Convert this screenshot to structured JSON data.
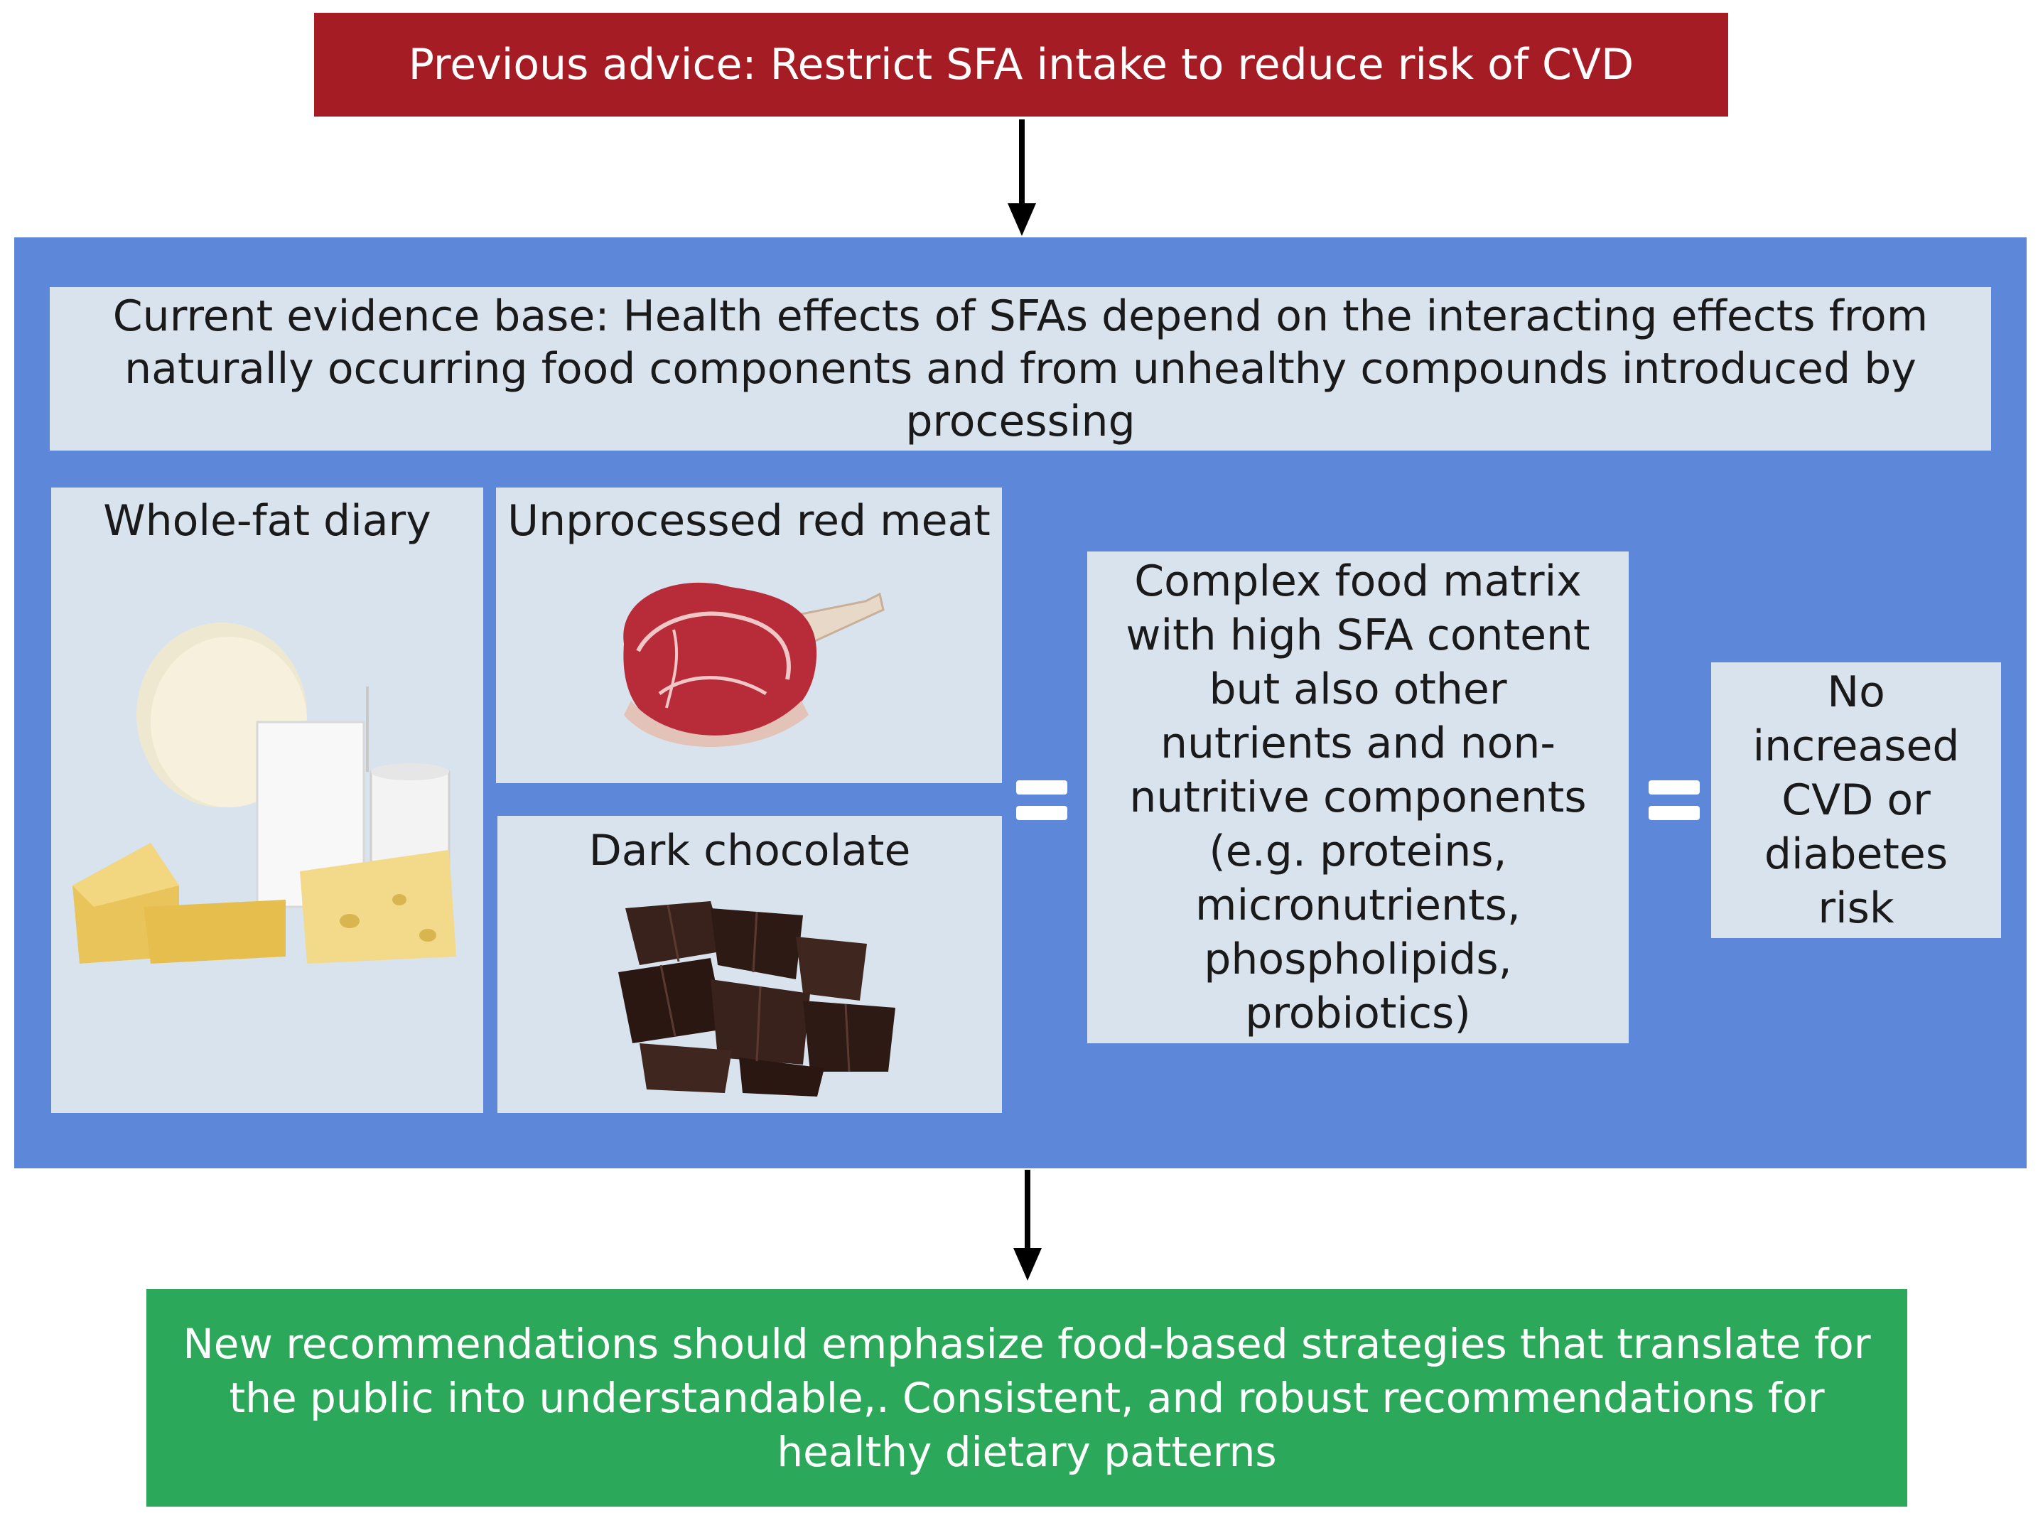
{
  "top_box": {
    "text": "Previous advice: Restrict SFA intake to reduce risk of CVD",
    "color": "#a51c24"
  },
  "panel": {
    "color": "#5d87d8"
  },
  "evidence": {
    "text": "Current evidence base: Health effects of SFAs depend on the interacting effects from naturally occurring food components and from unhealthy compounds introduced by processing"
  },
  "foods": [
    {
      "label": "Whole-fat diary",
      "icon": "dairy-products-image"
    },
    {
      "label": "Unprocessed red meat",
      "icon": "red-meat-image"
    },
    {
      "label": "Dark chocolate",
      "icon": "dark-chocolate-image"
    }
  ],
  "matrix": {
    "text": "Complex food matrix with high SFA content but also other nutrients and non-nutritive components (e.g. proteins, micronutrients, phospholipids, probiotics)"
  },
  "outcome": {
    "text": "No increased CVD or diabetes risk"
  },
  "recommendation": {
    "text": "New recommendations should emphasize food-based strategies that translate for the public into understandable,. Consistent, and robust recommendations for healthy dietary patterns",
    "color": "#2ca85a"
  }
}
